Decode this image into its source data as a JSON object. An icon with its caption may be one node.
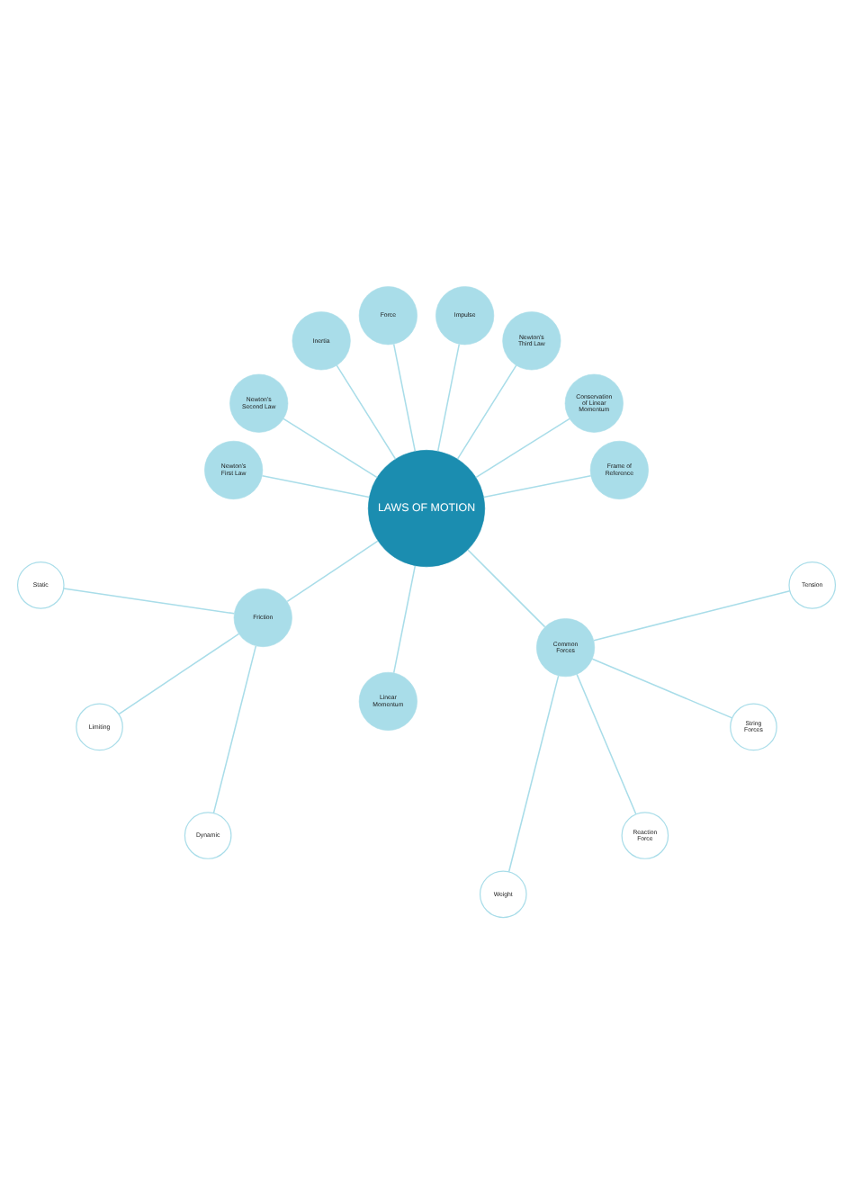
{
  "diagram": {
    "nodes": [
      {
        "text": [
          "LAWS OF MOTION"
        ]
      },
      {
        "text": [
          "Frame of Reference"
        ]
      },
      {
        "text": [
          "Conservation of Linear Momentum"
        ]
      },
      {
        "text": [
          "Newton’s Third Law"
        ]
      },
      {
        "text": [
          "Impulse"
        ]
      },
      {
        "text": [
          "Force"
        ]
      },
      {
        "text": [
          "Inertia"
        ]
      },
      {
        "text": [
          "Newton’s Second Law"
        ]
      },
      {
        "text": [
          "Newton’s First Law"
        ]
      },
      {
        "text": [
          "Friction"
        ]
      },
      {
        "text": [
          "Linear Momentum"
        ]
      },
      {
        "text": [
          "Common Forces"
        ]
      },
      {
        "text": [
          "Weight"
        ]
      },
      {
        "text": [
          "Static"
        ]
      },
      {
        "text": [
          "Reaction Force"
        ]
      },
      {
        "text": [
          "String Forces"
        ]
      },
      {
        "text": [
          "Limiting"
        ]
      },
      {
        "text": [
          "Tension"
        ]
      },
      {
        "text": [
          "Dynamic"
        ]
      }
    ],
    "edges": [
      {
        "from": 0,
        "to": 1,
        "arrow": "none"
      },
      {
        "from": 0,
        "to": 2,
        "arrow": "none"
      },
      {
        "from": 0,
        "to": 3,
        "arrow": "none"
      },
      {
        "from": 0,
        "to": 4,
        "arrow": "none"
      },
      {
        "from": 0,
        "to": 5,
        "arrow": "none"
      },
      {
        "from": 0,
        "to": 6,
        "arrow": "none"
      },
      {
        "from": 0,
        "to": 7,
        "arrow": "none"
      },
      {
        "from": 0,
        "to": 8,
        "arrow": "none"
      },
      {
        "from": 0,
        "to": 9,
        "arrow": "none"
      },
      {
        "from": 0,
        "to": 10,
        "arrow": "none"
      },
      {
        "from": 0,
        "to": 11,
        "arrow": "none"
      },
      {
        "from": 11,
        "to": 12,
        "arrow": "none"
      },
      {
        "from": 9,
        "to": 13,
        "arrow": "none"
      },
      {
        "from": 11,
        "to": 14,
        "arrow": "none"
      },
      {
        "from": 11,
        "to": 15,
        "arrow": "none"
      },
      {
        "from": 9,
        "to": 16,
        "arrow": "none"
      },
      {
        "from": 11,
        "to": 17,
        "arrow": "none"
      },
      {
        "from": 9,
        "to": 18,
        "arrow": "none"
      }
    ]
  }
}
